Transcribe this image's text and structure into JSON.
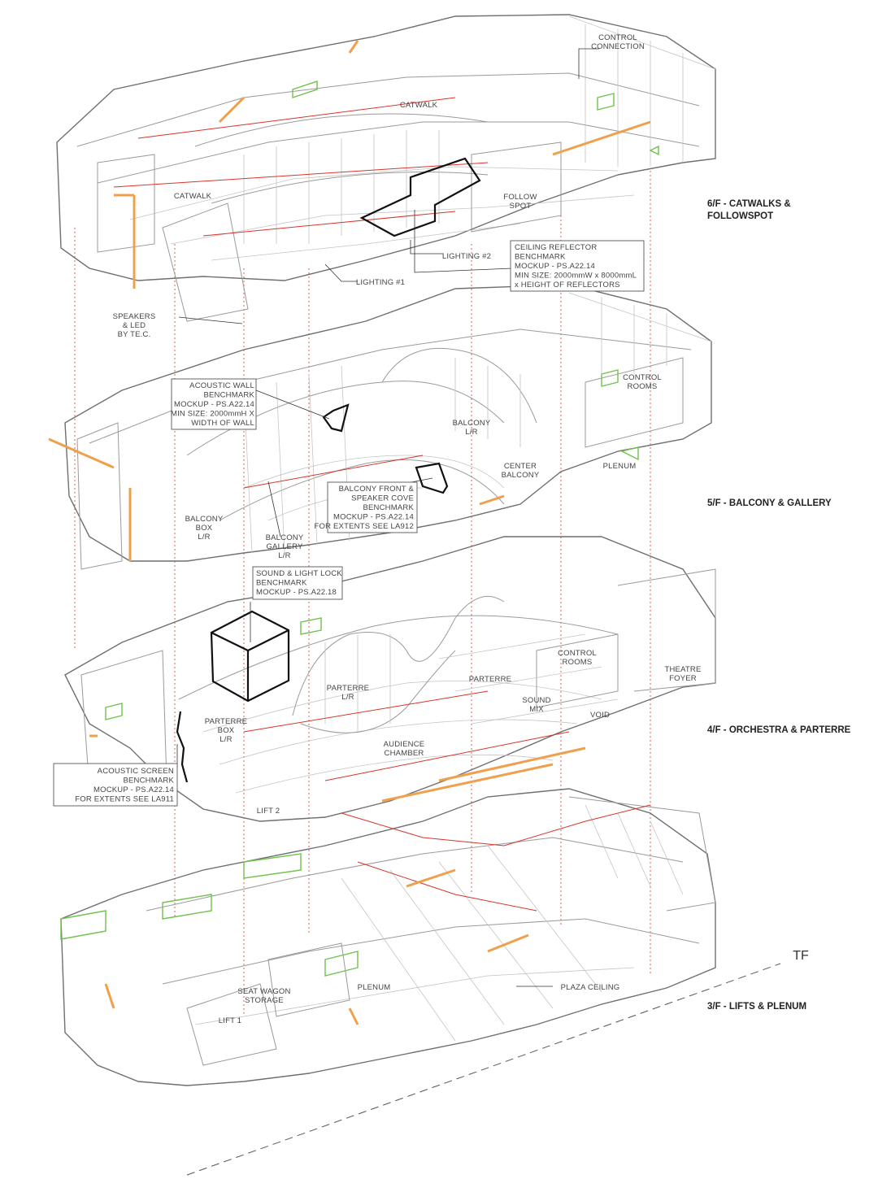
{
  "floors": [
    "6/F - CATWALKS &",
    "FOLLOWSPOT",
    "5/F - BALCONY & GALLERY",
    "4/F - ORCHESTRA & PARTERRE",
    "3/F - LIFTS & PLENUM"
  ],
  "labels": {
    "control_connection": [
      "CONTROL",
      "CONNECTION"
    ],
    "catwalk_top": "CATWALK",
    "catwalk_left": "CATWALK",
    "follow_spot": [
      "FOLLOW",
      "SPOT"
    ],
    "lighting_2": "LIGHTING #2",
    "lighting_1": "LIGHTING #1",
    "speakers": [
      "SPEAKERS",
      "& LED",
      "BY TE.C."
    ],
    "control_rooms_5": [
      "CONTROL",
      "ROOMS"
    ],
    "balcony_lr": [
      "BALCONY",
      "L/R"
    ],
    "center_balcony": [
      "CENTER",
      "BALCONY"
    ],
    "plenum_5": "PLENUM",
    "balcony_box": [
      "BALCONY",
      "BOX",
      "L/R"
    ],
    "balcony_gallery": [
      "BALCONY",
      "GALLERY",
      "L/R"
    ],
    "control_rooms_4": [
      "CONTROL",
      "ROOMS"
    ],
    "theatre_foyer": [
      "THEATRE",
      "FOYER"
    ],
    "parterre": "PARTERRE",
    "parterre_lr": [
      "PARTERRE",
      "L/R"
    ],
    "sound_mix": [
      "SOUND",
      "MIX"
    ],
    "void": "VOID",
    "parterre_box": [
      "PARTERRE",
      "BOX",
      "L/R"
    ],
    "audience_chamber": [
      "AUDIENCE",
      "CHAMBER"
    ],
    "lift_2": "LIFT 2",
    "seat_wagon": [
      "SEAT WAGON",
      "STORAGE"
    ],
    "plenum_3": "PLENUM",
    "plaza_ceiling": "PLAZA CEILING",
    "lift_1": "LIFT 1",
    "tf": "TF"
  },
  "callouts": {
    "ceiling_reflector": [
      "CEILING REFLECTOR",
      "BENCHMARK",
      "MOCKUP - PS.A22.14",
      "MIN SIZE: 2000mmW x 8000mmL",
      "x HEIGHT OF REFLECTORS"
    ],
    "acoustic_wall": [
      "ACOUSTIC WALL",
      "BENCHMARK",
      "MOCKUP - PS.A22.14",
      "MIN SIZE: 2000mmH X",
      "WIDTH OF WALL"
    ],
    "balcony_front": [
      "BALCONY FRONT &",
      "SPEAKER COVE",
      "BENCHMARK",
      "MOCKUP - PS.A22.14",
      "FOR EXTENTS SEE LA912"
    ],
    "sound_light_lock": [
      "SOUND & LIGHT LOCK",
      "BENCHMARK",
      "MOCKUP - PS.A22.18"
    ],
    "acoustic_screen": [
      "ACOUSTIC SCREEN",
      "BENCHMARK",
      "MOCKUP - PS.A22.14",
      "FOR EXTENTS SEE LA911"
    ]
  },
  "colors": {
    "structure": "#9a9a9a",
    "services_red": "#d9342b",
    "services_orange": "#f0a04b",
    "services_green": "#6fc24c",
    "benchmark": "#111111"
  }
}
